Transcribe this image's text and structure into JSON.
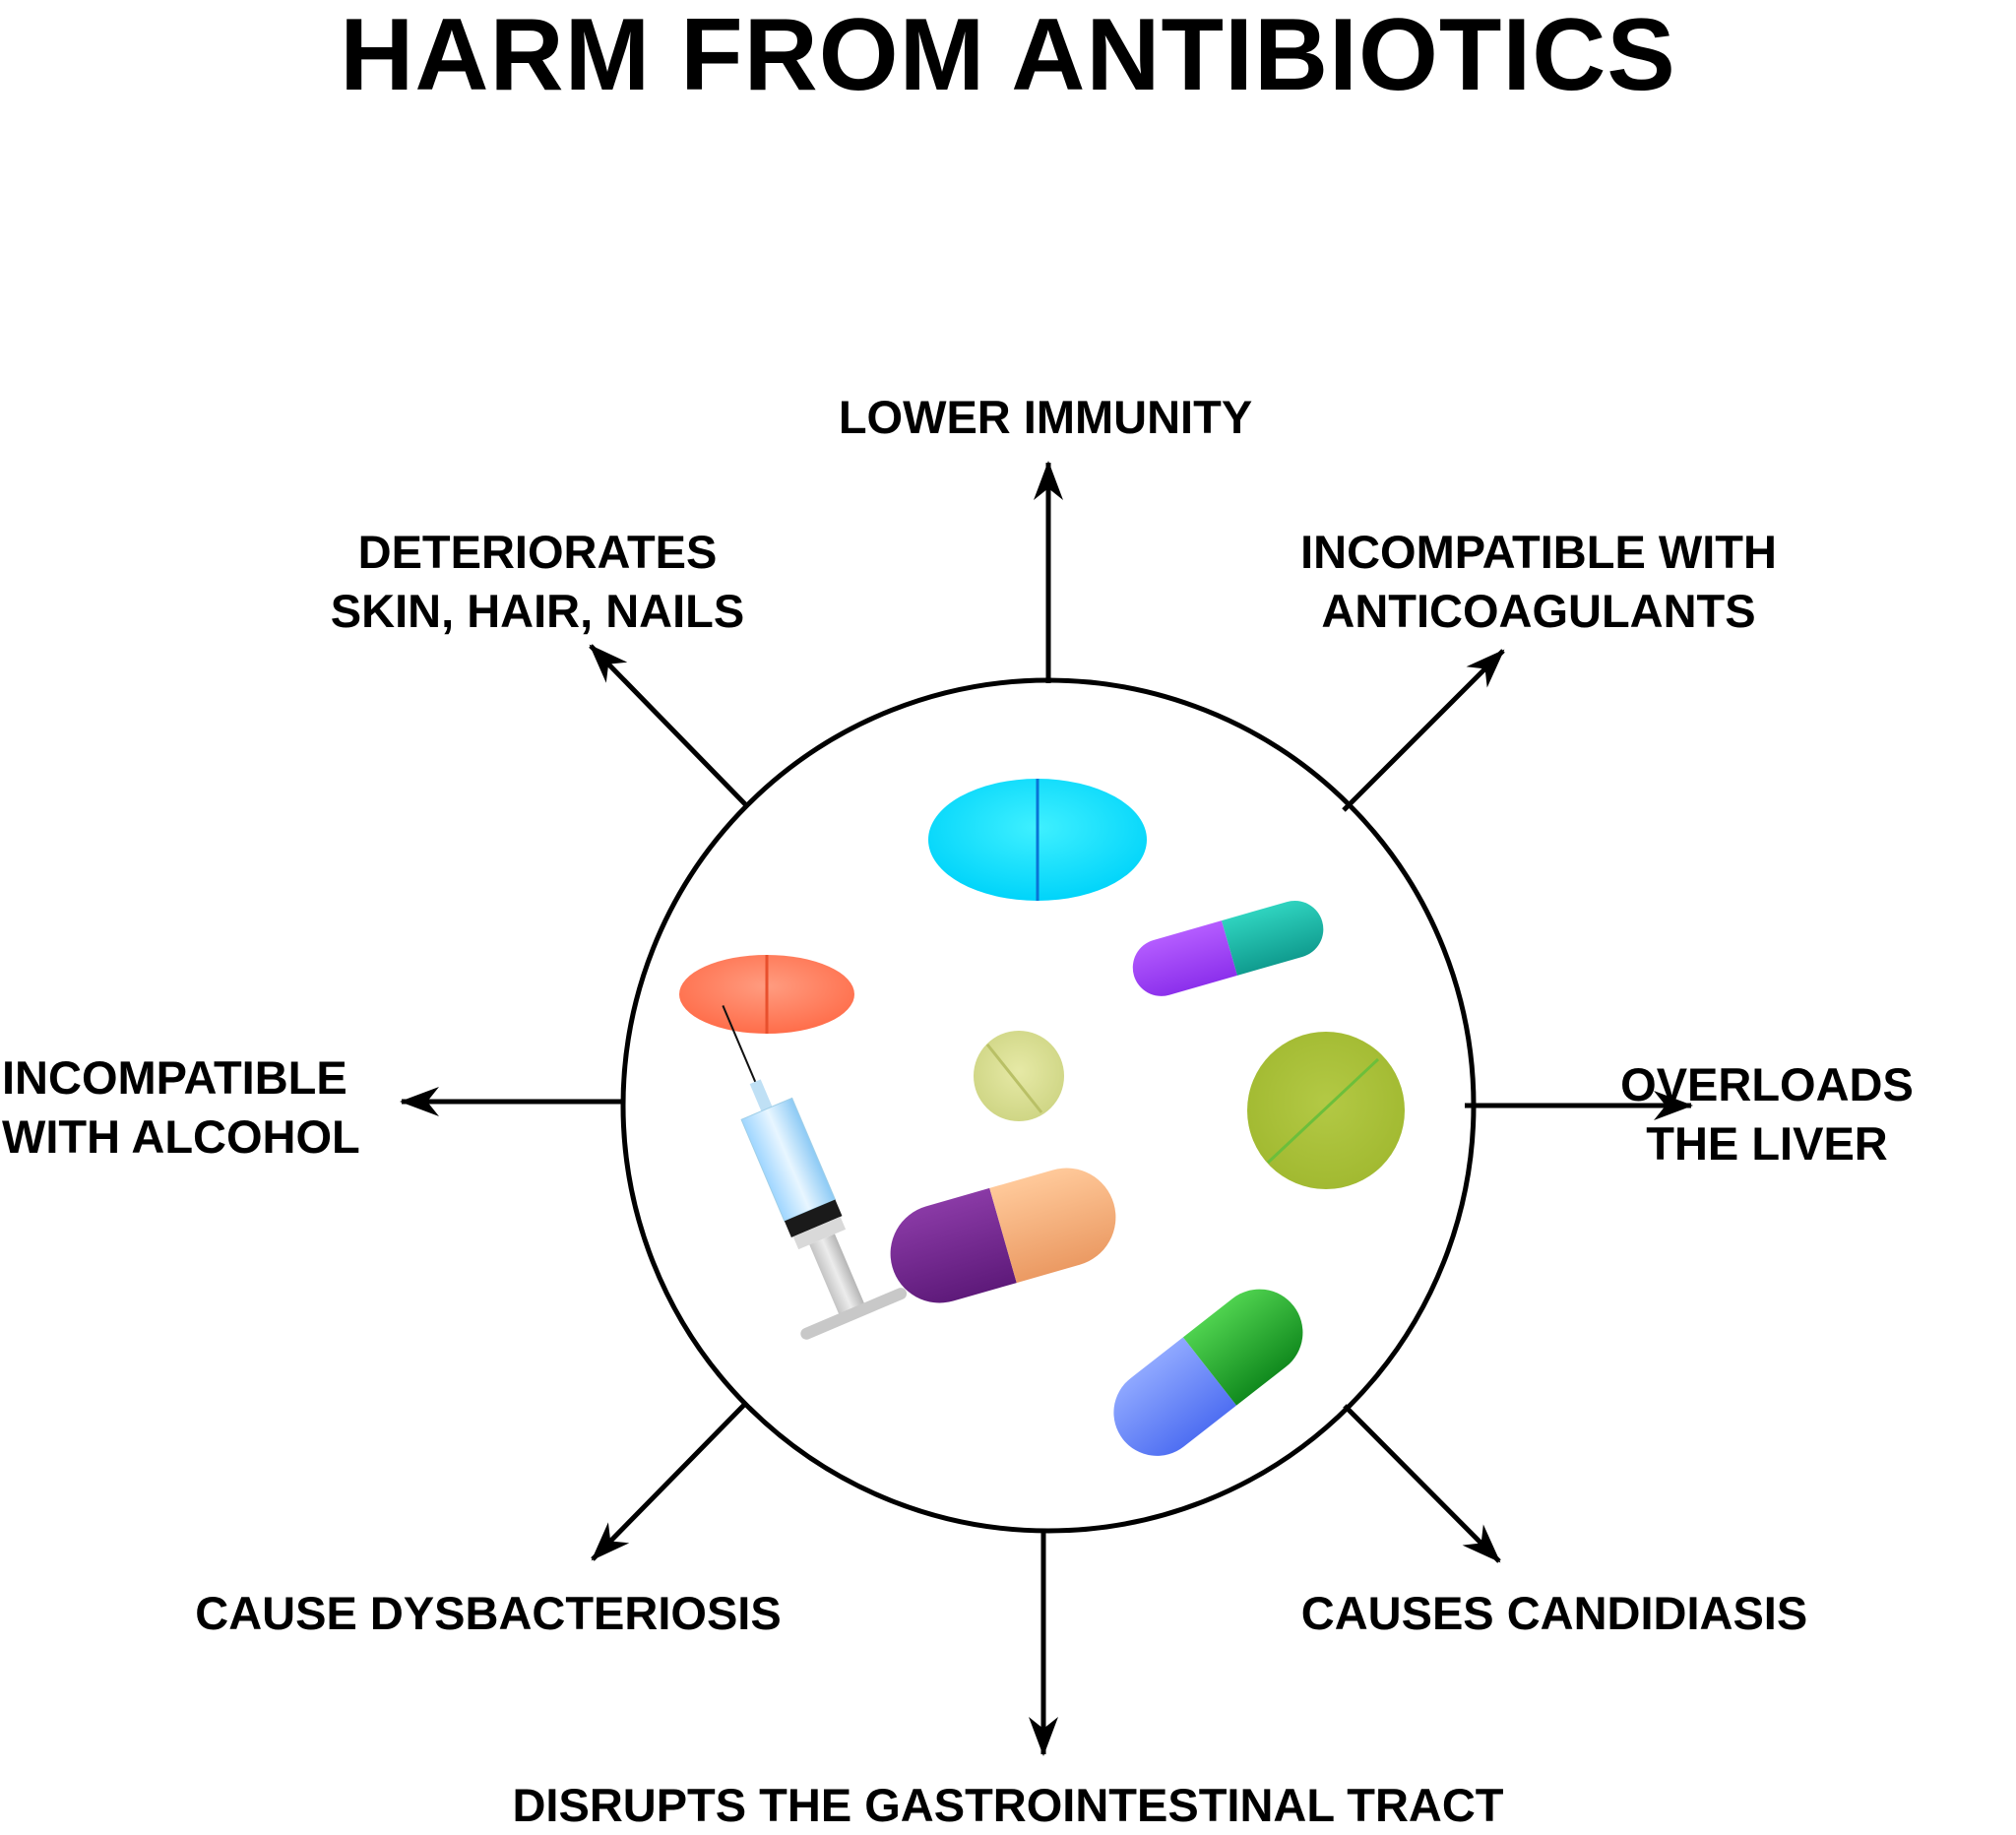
{
  "title": "HARM FROM ANTIBIOTICS",
  "effects": {
    "top": [
      "LOWER IMMUNITY"
    ],
    "top_left": [
      "DETERIORATES",
      "SKIN, HAIR, NAILS"
    ],
    "top_right": [
      "INCOMPATIBLE WITH",
      "ANTICOAGULANTS"
    ],
    "left": [
      "INCOMPATIBLE",
      "WITH ALCOHOL"
    ],
    "right": [
      "OVERLOADS",
      "THE LIVER"
    ],
    "bottom_left": [
      "CAUSE DYSBACTERIOSIS"
    ],
    "bottom_right": [
      "CAUSES CANDIDIASIS"
    ],
    "bottom": [
      "DISRUPTS THE GASTROINTESTINAL TRACT"
    ]
  },
  "icons": [
    "blue-oval-tablet-icon",
    "purple-teal-capsule-icon",
    "orange-oval-tablet-icon",
    "small-round-tablet-icon",
    "large-green-round-tablet-icon",
    "syringe-icon",
    "purple-orange-capsule-icon",
    "blue-green-capsule-icon"
  ],
  "colors": {
    "blue_tablet": "#00dcff",
    "orange_tablet": "#ff7455",
    "green_tablet": "#a4bd35",
    "small_tablet": "#d6dc8c"
  }
}
